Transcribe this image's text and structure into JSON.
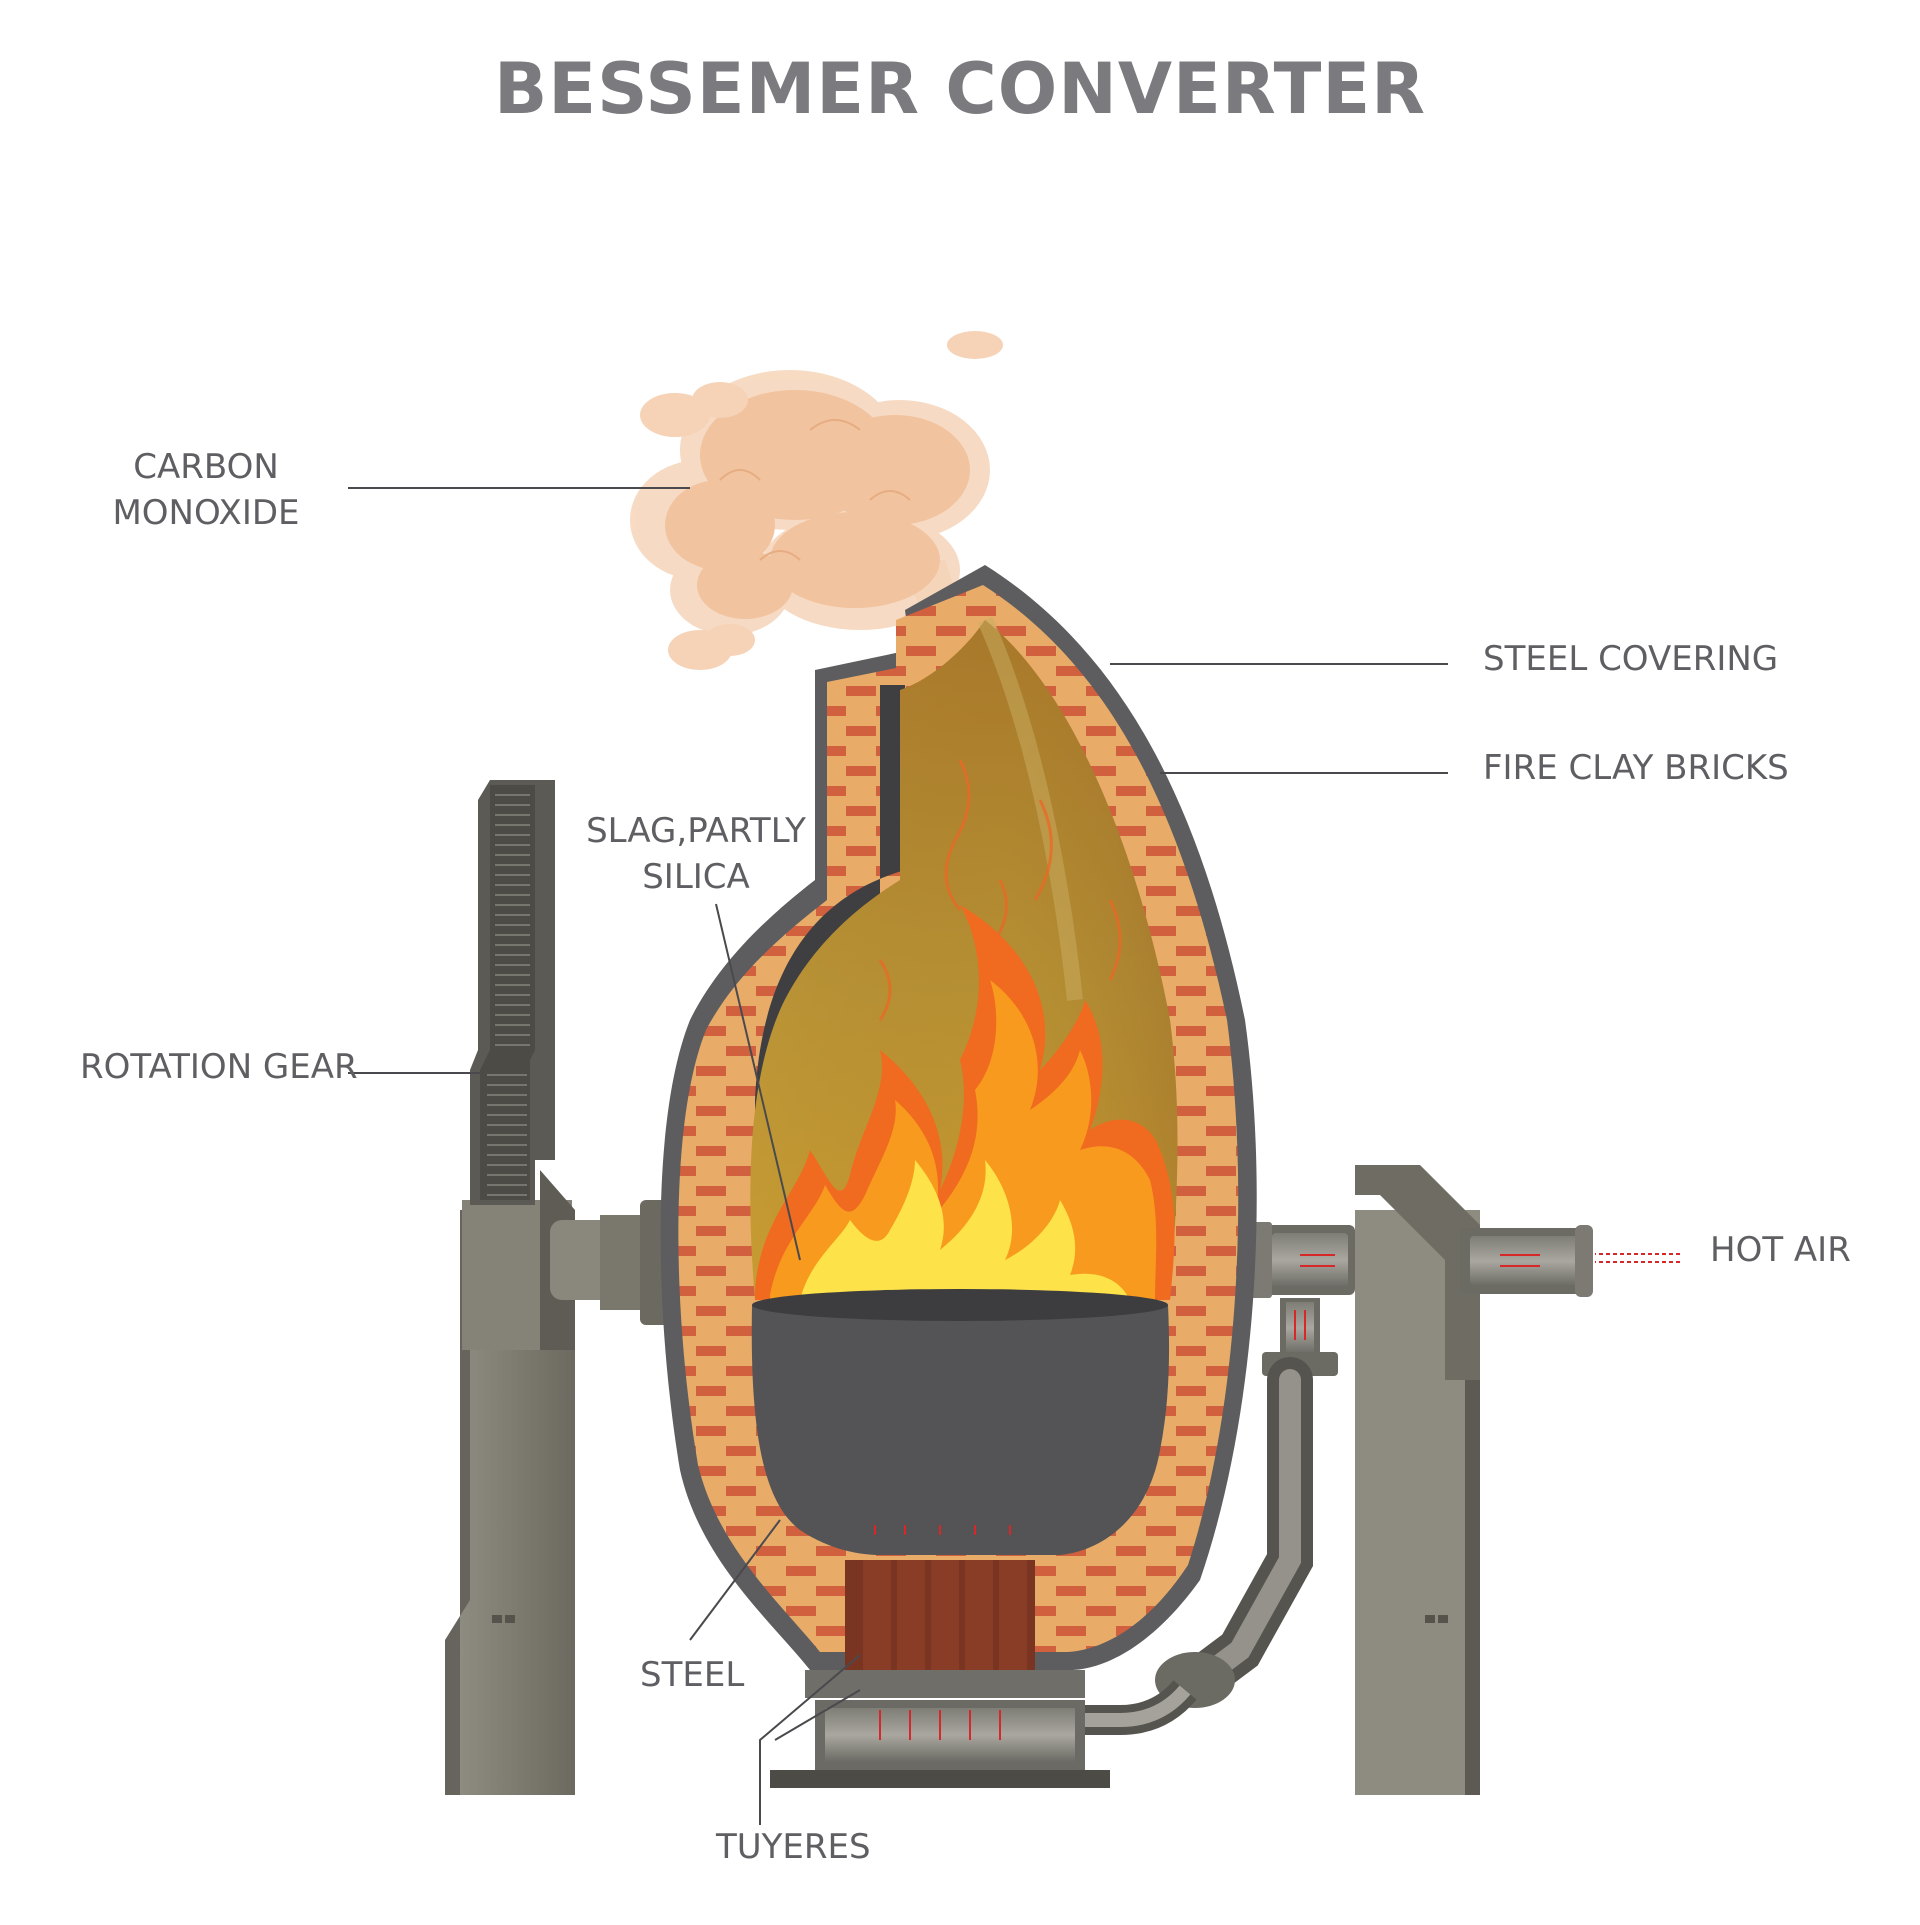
{
  "title": "BESSEMER CONVERTER",
  "labels": {
    "carbon_monoxide_line1": "CARBON",
    "carbon_monoxide_line2": "MONOXIDE",
    "steel_covering": "STEEL COVERING",
    "fire_clay_bricks": "FIRE CLAY BRICKS",
    "slag_line1": "SLAG,PARTLY",
    "slag_line2": "SILICA",
    "rotation_gear": "ROTATION GEAR",
    "hot_air": "HOT AIR",
    "steel": "STEEL",
    "tuyeres": "TUYERES"
  },
  "colors": {
    "shell": "#5d5d5f",
    "brick_fill": "#e8ab68",
    "brick": "#d0603e",
    "frame": "#7d7b70",
    "frame_dark": "#4e4c46",
    "molten_steel": "#545456",
    "flame_outer": "#f06a1f",
    "flame_mid": "#f89a1d",
    "flame_core": "#fde24a",
    "smoke": "#f4c9a4",
    "tuyere": "#8a3d26",
    "air_arrow": "#d62828"
  }
}
